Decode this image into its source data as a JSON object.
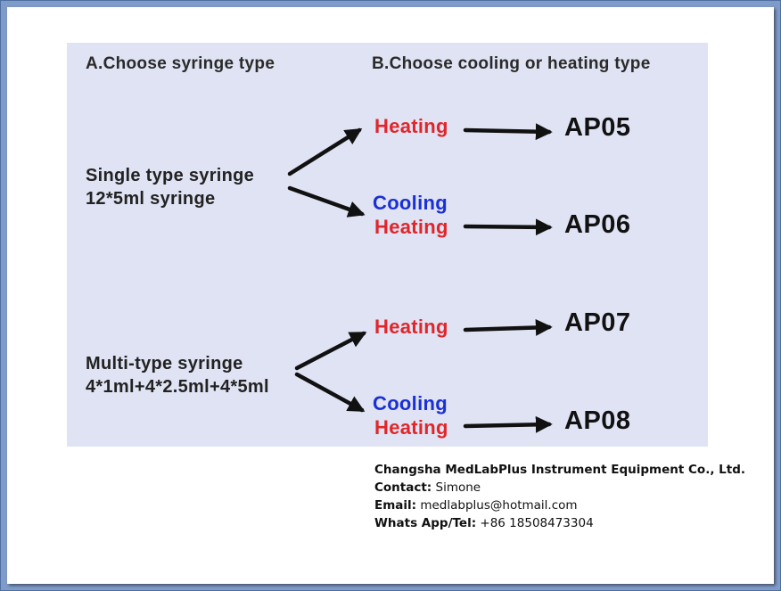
{
  "colors": {
    "heating": "#e1262b",
    "cooling": "#1a2fd6",
    "panel": "#dfe3f3",
    "frame": "#7f9bc7"
  },
  "headers": {
    "syringe": "A.Choose syringe type",
    "type": "B.Choose cooling or heating type"
  },
  "syringes": [
    {
      "name": "Single type syringe",
      "spec": "12*5ml syringe"
    },
    {
      "name": "Multi-type syringe",
      "spec": "4*1ml+4*2.5ml+4*5ml"
    }
  ],
  "options": [
    {
      "cooling": "",
      "heating": "Heating",
      "model": "AP05"
    },
    {
      "cooling": "Cooling",
      "heating": "Heating",
      "model": "AP06"
    },
    {
      "cooling": "",
      "heating": "Heating",
      "model": "AP07"
    },
    {
      "cooling": "Cooling",
      "heating": "Heating",
      "model": "AP08"
    }
  ],
  "contact": {
    "company": "Changsha MedLabPlus Instrument Equipment Co., Ltd.",
    "contact_label": "Contact:",
    "contact_value": " Simone",
    "email_label": "Email:",
    "email_value": " medlabplus@hotmail.com",
    "phone_label": "Whats App/Tel:",
    "phone_value": " +86 18508473304"
  },
  "icons": [
    "arrow-right-icon",
    "arrow-diagonal-icon"
  ]
}
